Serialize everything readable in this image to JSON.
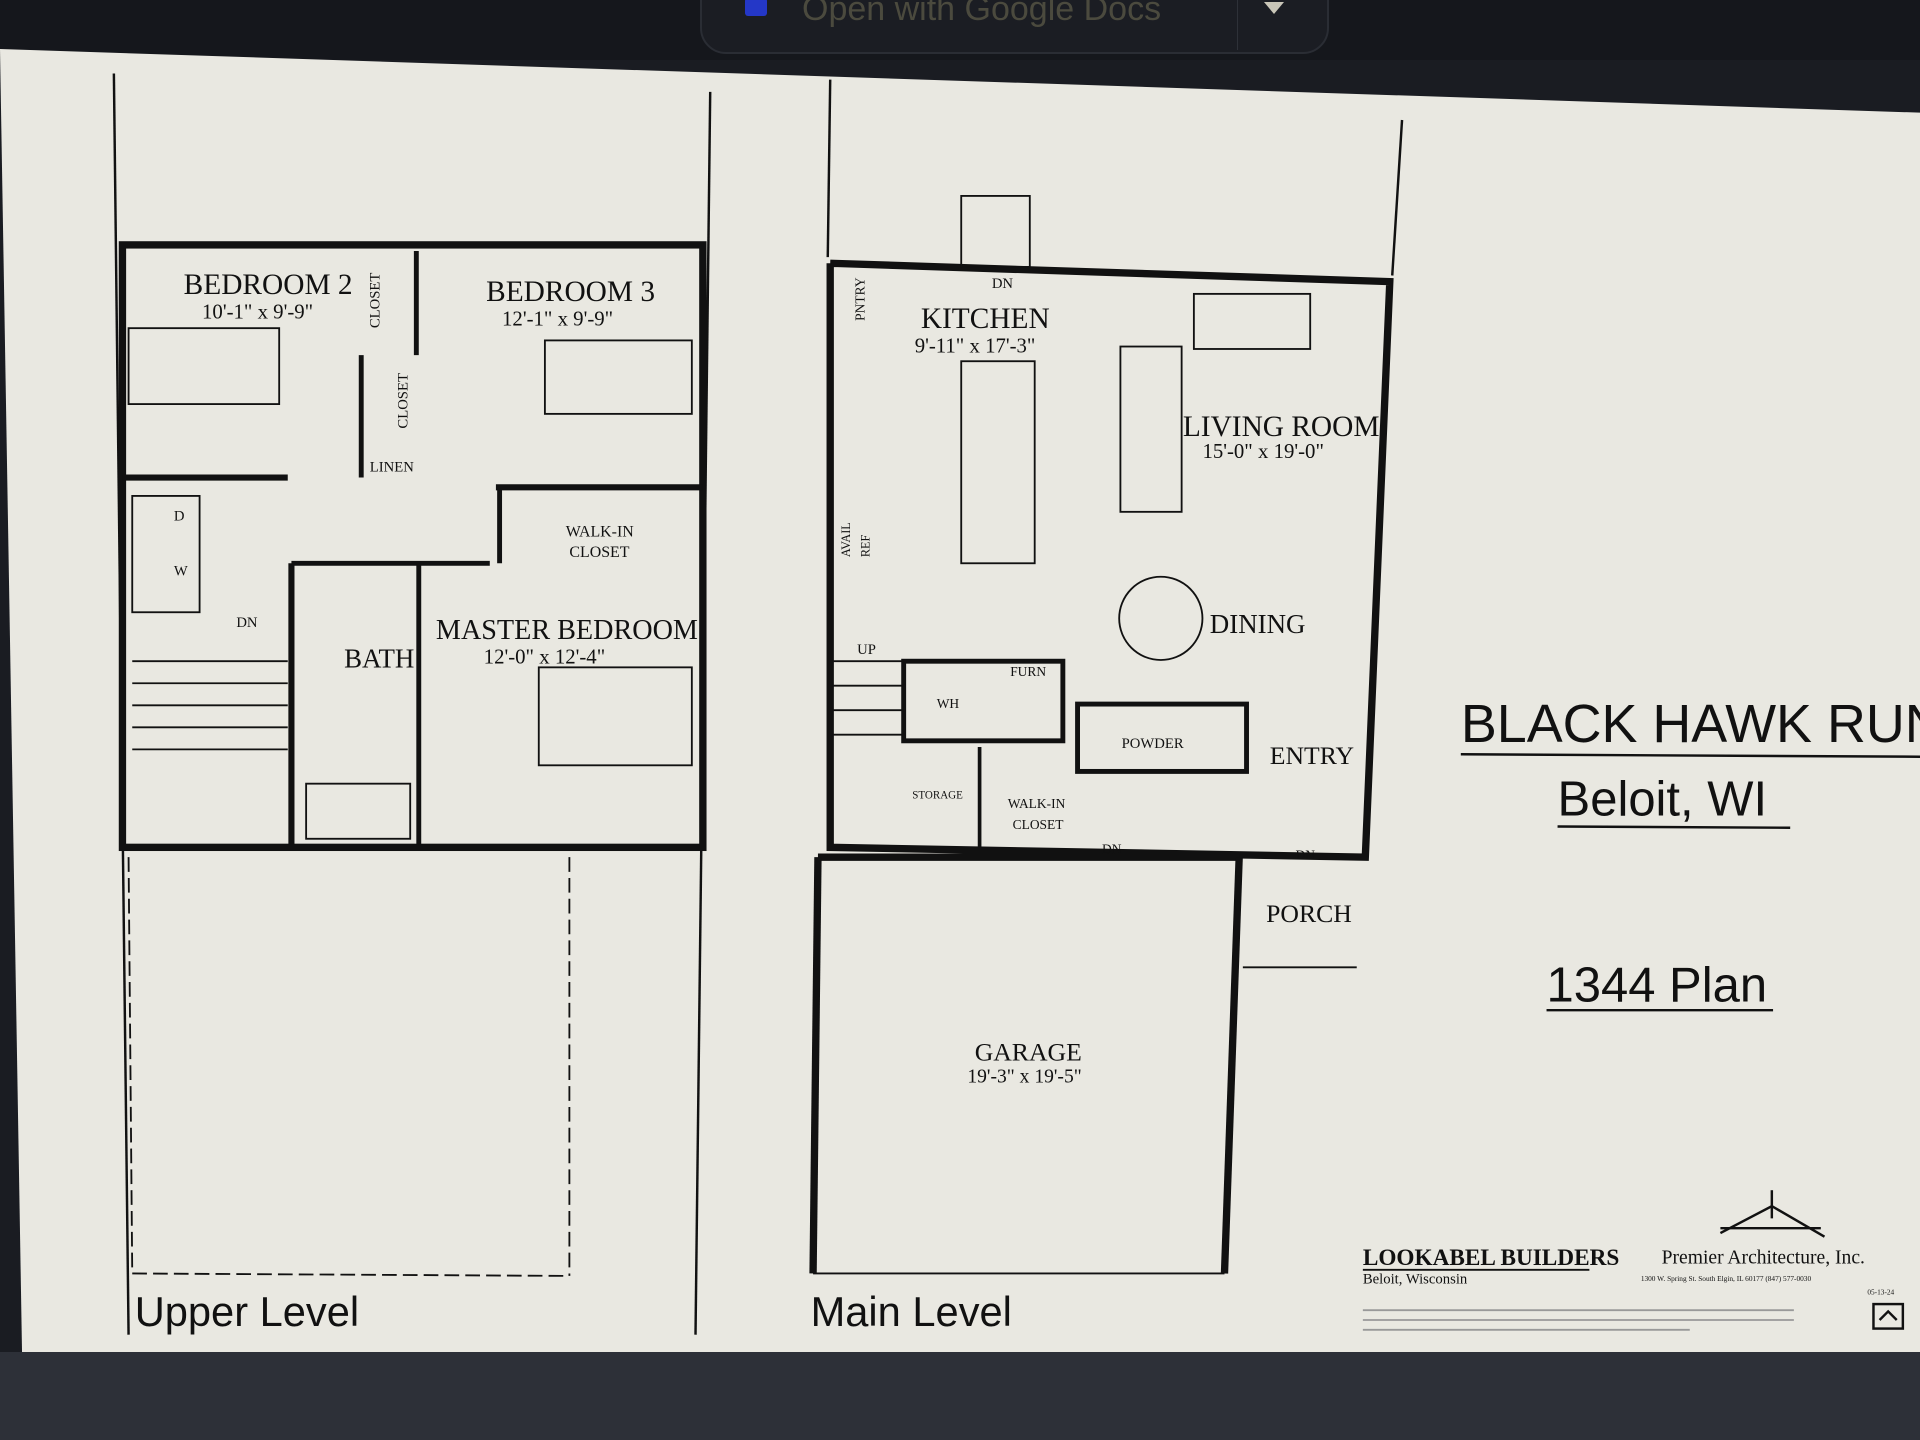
{
  "viewer": {
    "open_with_label": "Open with Google Docs",
    "open_with_icon": "google-docs-icon",
    "dropdown_icon": "caret-down-icon"
  },
  "plan": {
    "title": "BLACK HAWK RUN",
    "location": "Beloit, WI",
    "plan_name": "1344 Plan",
    "upper_level": {
      "label": "Upper Level",
      "rooms": [
        {
          "name": "BEDROOM 2",
          "size": "10'-1\" x 9'-9\""
        },
        {
          "name": "BEDROOM 3",
          "size": "12'-1\" x 9'-9\""
        },
        {
          "name": "MASTER BEDROOM",
          "size": "12'-0\" x 12'-4\""
        },
        {
          "name": "BATH",
          "size": ""
        }
      ],
      "labels": {
        "closet": "CLOSET",
        "linen": "LINEN",
        "walk_in_closet_1": "WALK-IN",
        "walk_in_closet_2": "CLOSET",
        "dryer": "D",
        "washer": "W",
        "down": "DN"
      }
    },
    "main_level": {
      "label": "Main Level",
      "rooms": [
        {
          "name": "KITCHEN",
          "size": "9'-11\" x 17'-3\""
        },
        {
          "name": "LIVING ROOM",
          "size": "15'-0\" x 19'-0\""
        },
        {
          "name": "DINING",
          "size": ""
        },
        {
          "name": "ENTRY",
          "size": ""
        },
        {
          "name": "PORCH",
          "size": ""
        },
        {
          "name": "GARAGE",
          "size": "19'-3\" x 19'-5\""
        }
      ],
      "labels": {
        "pantry": "PNTRY",
        "down_top": "DN",
        "up": "UP",
        "wh": "WH",
        "furn": "FURN",
        "powder": "POWDER",
        "storage": "STORAGE",
        "walk_in_1": "WALK-IN",
        "walk_in_2": "CLOSET",
        "down_garage": "DN",
        "down_porch": "DN",
        "avail": "AVAIL",
        "ref": "REF"
      }
    },
    "builder": {
      "name": "LOOKABEL BUILDERS",
      "location": "Beloit, Wisconsin"
    },
    "architect": {
      "name": "Premier Architecture, Inc.",
      "address": "1300 W. Spring St. South Elgin, IL 60177  (847) 577-0030",
      "date": "05-13-24"
    },
    "equal_housing_icon": "equal-housing-icon"
  }
}
